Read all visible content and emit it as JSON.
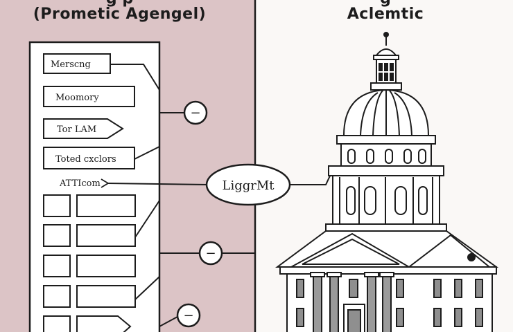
{
  "left_panel": {
    "title": "(Prometic Agengel)",
    "items": [
      "Merscng",
      "Moomory",
      "Tor LAM",
      "Toted cxclors",
      "ATTIcom"
    ]
  },
  "center": {
    "node_label": "LiggrMt",
    "connector_symbol": "−"
  },
  "right_panel": {
    "title": "Aclemtic"
  },
  "colors": {
    "left_panel_bg": "#dcc4c6",
    "right_panel_bg": "#faf8f6",
    "ink": "#1c1c1c"
  }
}
